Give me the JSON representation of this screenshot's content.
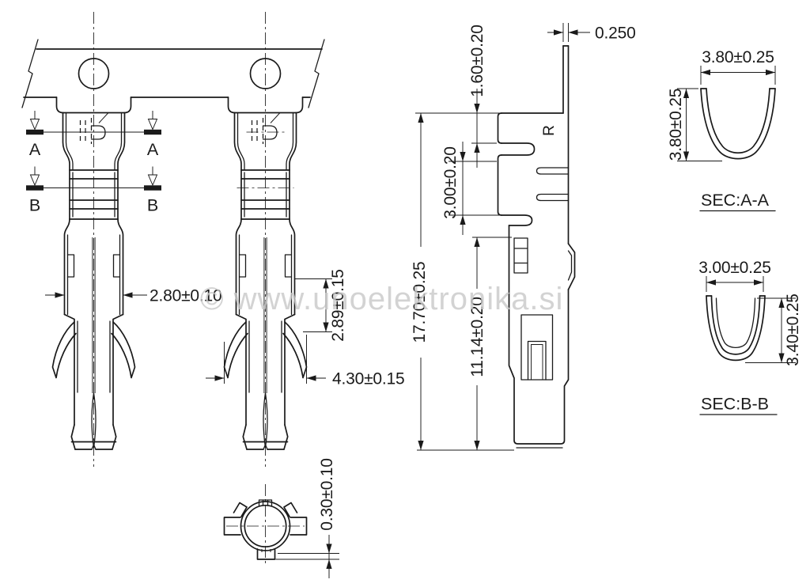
{
  "drawing": {
    "watermark_text": "© www.unoelektronika.si",
    "front_view": {
      "section_a": "A",
      "section_b": "B",
      "dim_contact_width": "2.80±0.10",
      "dim_tine_length": "2.89±0.15",
      "dim_wing_span": "4.30±0.15"
    },
    "side_view": {
      "dim_thickness": "0.250",
      "dim_tab_height": "1.60±0.20",
      "dim_slot_height": "3.00±0.20",
      "dim_overall_length": "17.70±0.25",
      "dim_crimp_length": "11.14±0.20",
      "stamp_letter": "R"
    },
    "section_aa": {
      "label": "SEC:A-A",
      "dim_width": "3.80±0.25",
      "dim_depth": "3.80±0.25"
    },
    "section_bb": {
      "label": "SEC:B-B",
      "dim_width": "3.00±0.25",
      "dim_depth": "3.40±0.25"
    },
    "bottom_view": {
      "dim_tab_height": "0.30±0.10"
    },
    "colors": {
      "line": "#1a1a1a",
      "watermark": "#c9c9c9",
      "background": "#ffffff"
    }
  }
}
